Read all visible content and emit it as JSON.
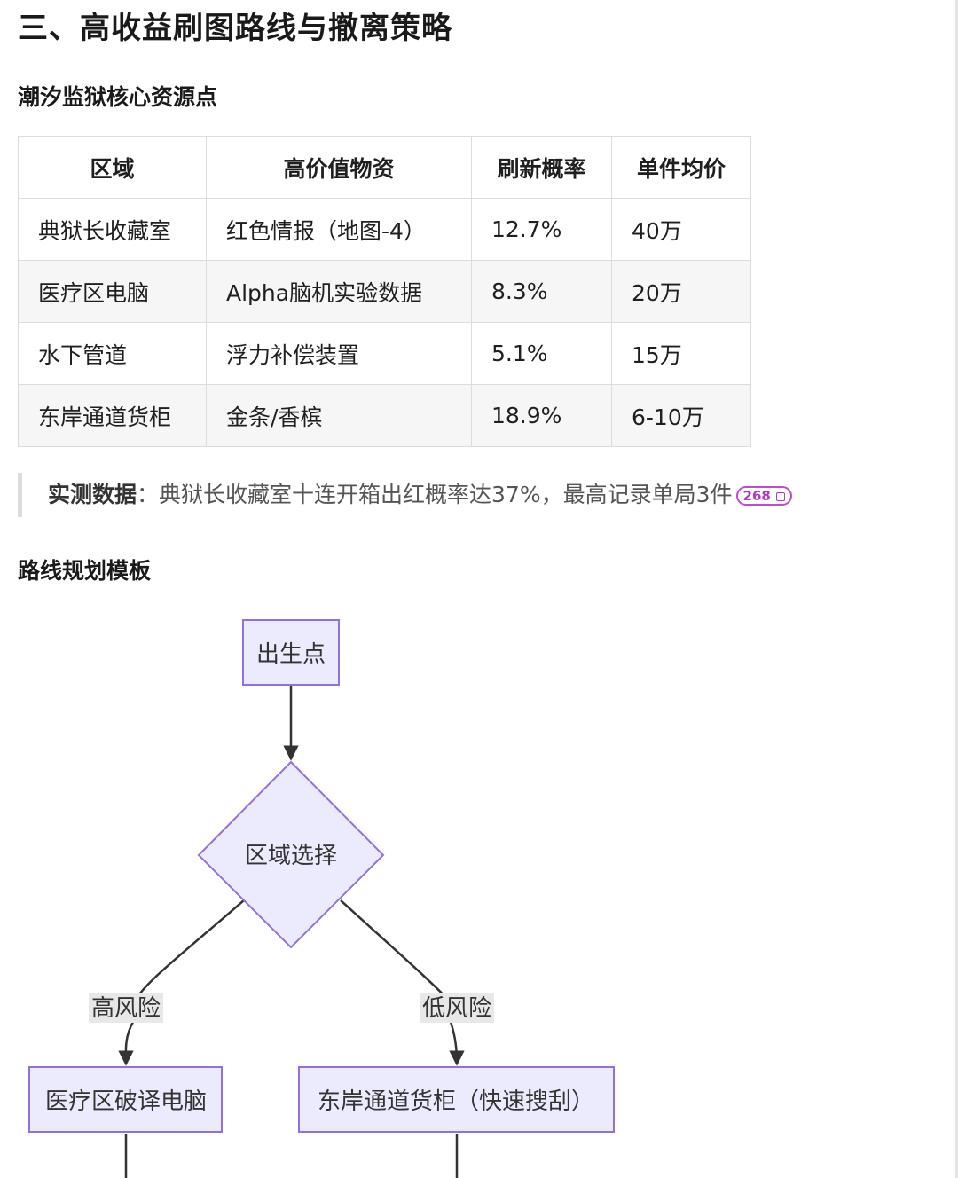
{
  "heading": "三、高收益刷图路线与撤离策略",
  "resources": {
    "title": "潮汐监狱核心资源点",
    "columns": [
      "区域",
      "高价值物资",
      "刷新概率",
      "单件均价"
    ],
    "rows": [
      [
        "典狱长收藏室",
        "红色情报（地图-4）",
        "12.7%",
        "40万"
      ],
      [
        "医疗区电脑",
        "Alpha脑机实验数据",
        "8.3%",
        "20万"
      ],
      [
        "水下管道",
        "浮力补偿装置",
        "5.1%",
        "15万"
      ],
      [
        "东岸通道货柜",
        "金条/香槟",
        "18.9%",
        "6-10万"
      ]
    ]
  },
  "quote": {
    "label": "实测数据",
    "sep": "：",
    "text": "典狱长收藏室十连开箱出红概率达37%，最高记录单局3件",
    "badge": "268"
  },
  "route": {
    "title": "路线规划模板",
    "nodes": {
      "start": "出生点",
      "decision": "区域选择",
      "left": "医疗区破译电脑",
      "right": "东岸通道货柜（快速搜刮）"
    },
    "edges": {
      "high_risk": "高风险",
      "low_risk": "低风险"
    }
  },
  "colors": {
    "node_fill": "#ecebfd",
    "node_stroke": "#9370db",
    "edge": "#333333",
    "badge": "#c04bd0"
  }
}
